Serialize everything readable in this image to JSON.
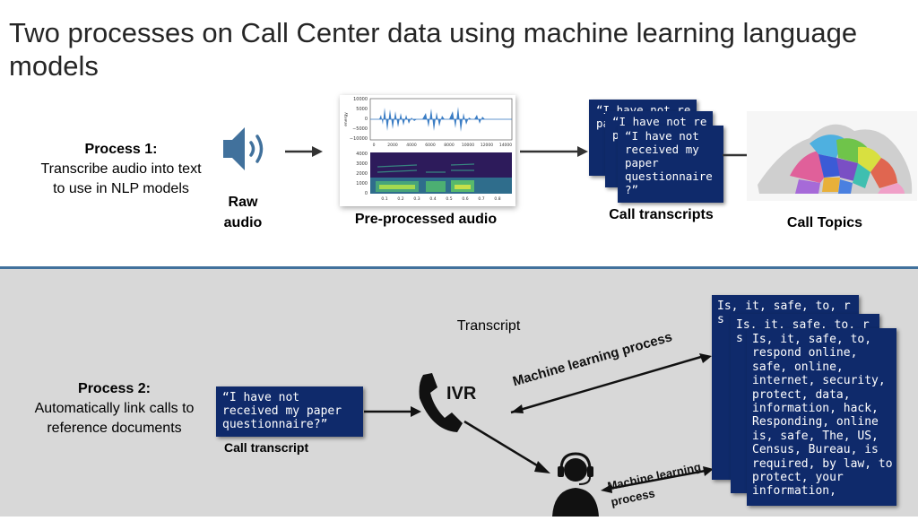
{
  "title": "Two processes on Call Center data using machine learning language models",
  "process1": {
    "heading": "Process 1:",
    "desc_line1": "Transcribe audio into text",
    "desc_line2": "to use in NLP models",
    "raw_line1": "Raw",
    "raw_line2": "audio",
    "preprocessed_label": "Pre-processed audio",
    "transcripts_label": "Call transcripts",
    "topics_label": "Call Topics",
    "card_back1": "“I have not re pa qu ?”",
    "card_back2": "“I have not re pa qu ?”",
    "card_front": "“I have not received my paper questionnaire ?”"
  },
  "waveform": {
    "y_ticks": [
      "10000",
      "5000",
      "0",
      "−5000",
      "−10000"
    ],
    "y_label": "energy",
    "x_ticks": [
      "0",
      "2000",
      "4000",
      "6000",
      "8000",
      "10000",
      "12000",
      "14000"
    ]
  },
  "spectrogram": {
    "y_ticks": [
      "4000",
      "3000",
      "2000",
      "1000",
      "0"
    ],
    "x_ticks": [
      "0.1",
      "0.2",
      "0.3",
      "0.4",
      "0.5",
      "0.6",
      "0.7",
      "0.8"
    ]
  },
  "process2": {
    "heading": "Process 2:",
    "desc_line1": "Automatically link calls to",
    "desc_line2": "reference documents",
    "transcript_label": "Transcript",
    "call_transcript_label": "Call transcript",
    "quote": "“I have not received my paper questionnaire?”",
    "ivr_label": "IVR",
    "ml_process_label": "Machine learning process",
    "ml_label_line1": "Machine learning",
    "ml_label_line2": "process",
    "doc_card_back1": "Is, it, safe, to, r s i p i R i C r t i",
    "doc_card_back2": "Is, it, safe, to, r s i p i (",
    "doc_card_front": "Is, it, safe, to, respond online, safe, online, internet, security, protect, data, information, hack, Responding, online is, safe, The, US, Census, Bureau, is required, by law, to protect, your information,"
  },
  "colors": {
    "card_bg": "#0f2a6b",
    "panel_bg": "#d8d8d8",
    "panel_border": "#41719c",
    "speaker": "#41719c"
  }
}
